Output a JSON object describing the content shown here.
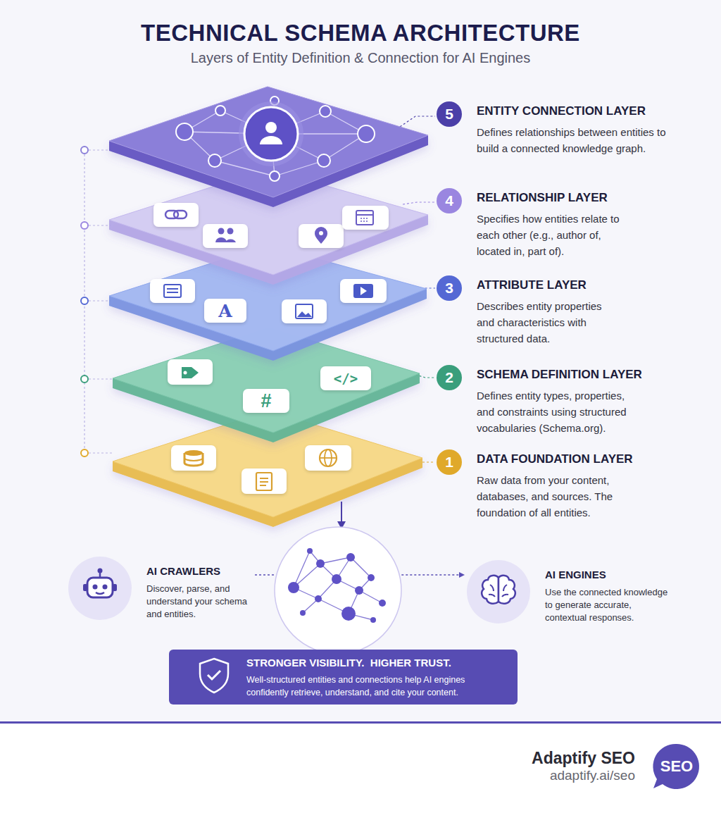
{
  "diagram": {
    "title": "TECHNICAL SCHEMA ARCHITECTURE",
    "nodes": [
      {
        "text": [
          "5",
          "ENTITY CONNECTION LAYER",
          "Defines relationships between entities to build a connected knowledge graph."
        ]
      },
      {
        "text": [
          "4",
          "RELATIONSHIP LAYER",
          "Specifies how entities relate to each other (e.g., author of, located in, part of)."
        ]
      },
      {
        "text": [
          "3",
          "ATTRIBUTE LAYER",
          "Describes entity properties and characteristics with structured data."
        ]
      },
      {
        "text": [
          "2",
          "SCHEMA DEFINITION LAYER",
          "Defines entity types, properties, and constraints using structured vocabularies (Schema.org)."
        ]
      },
      {
        "text": [
          "1",
          "DATA FOUNDATION LAYER",
          "Raw data from your content, databases, and sources. The foundation of all entities."
        ]
      },
      {
        "text": [
          "AI CRAWLERS",
          "Discover, parse, and understand your schema and entities."
        ]
      },
      {
        "text": [
          "AI ENGINES",
          "Use the connected knowledge to generate accurate, contextual responses."
        ]
      },
      {
        "text": [
          "STRONGER VISIBILITY.  HIGHER TRUST.",
          "Well-structured entities and connections help AI engines confidently retrieve, understand, and cite your content."
        ]
      },
      {
        "text": [
          "SEO"
        ]
      }
    ],
    "edges": [
      {
        "from": 5,
        "to": 6,
        "arrow": "to"
      }
    ],
    "labels": [
      "Layers of Entity Definition & Connection for AI Engines",
      "A",
      "#",
      "</>",
      "Adaptify SEO",
      "adaptify.ai/seo"
    ]
  }
}
